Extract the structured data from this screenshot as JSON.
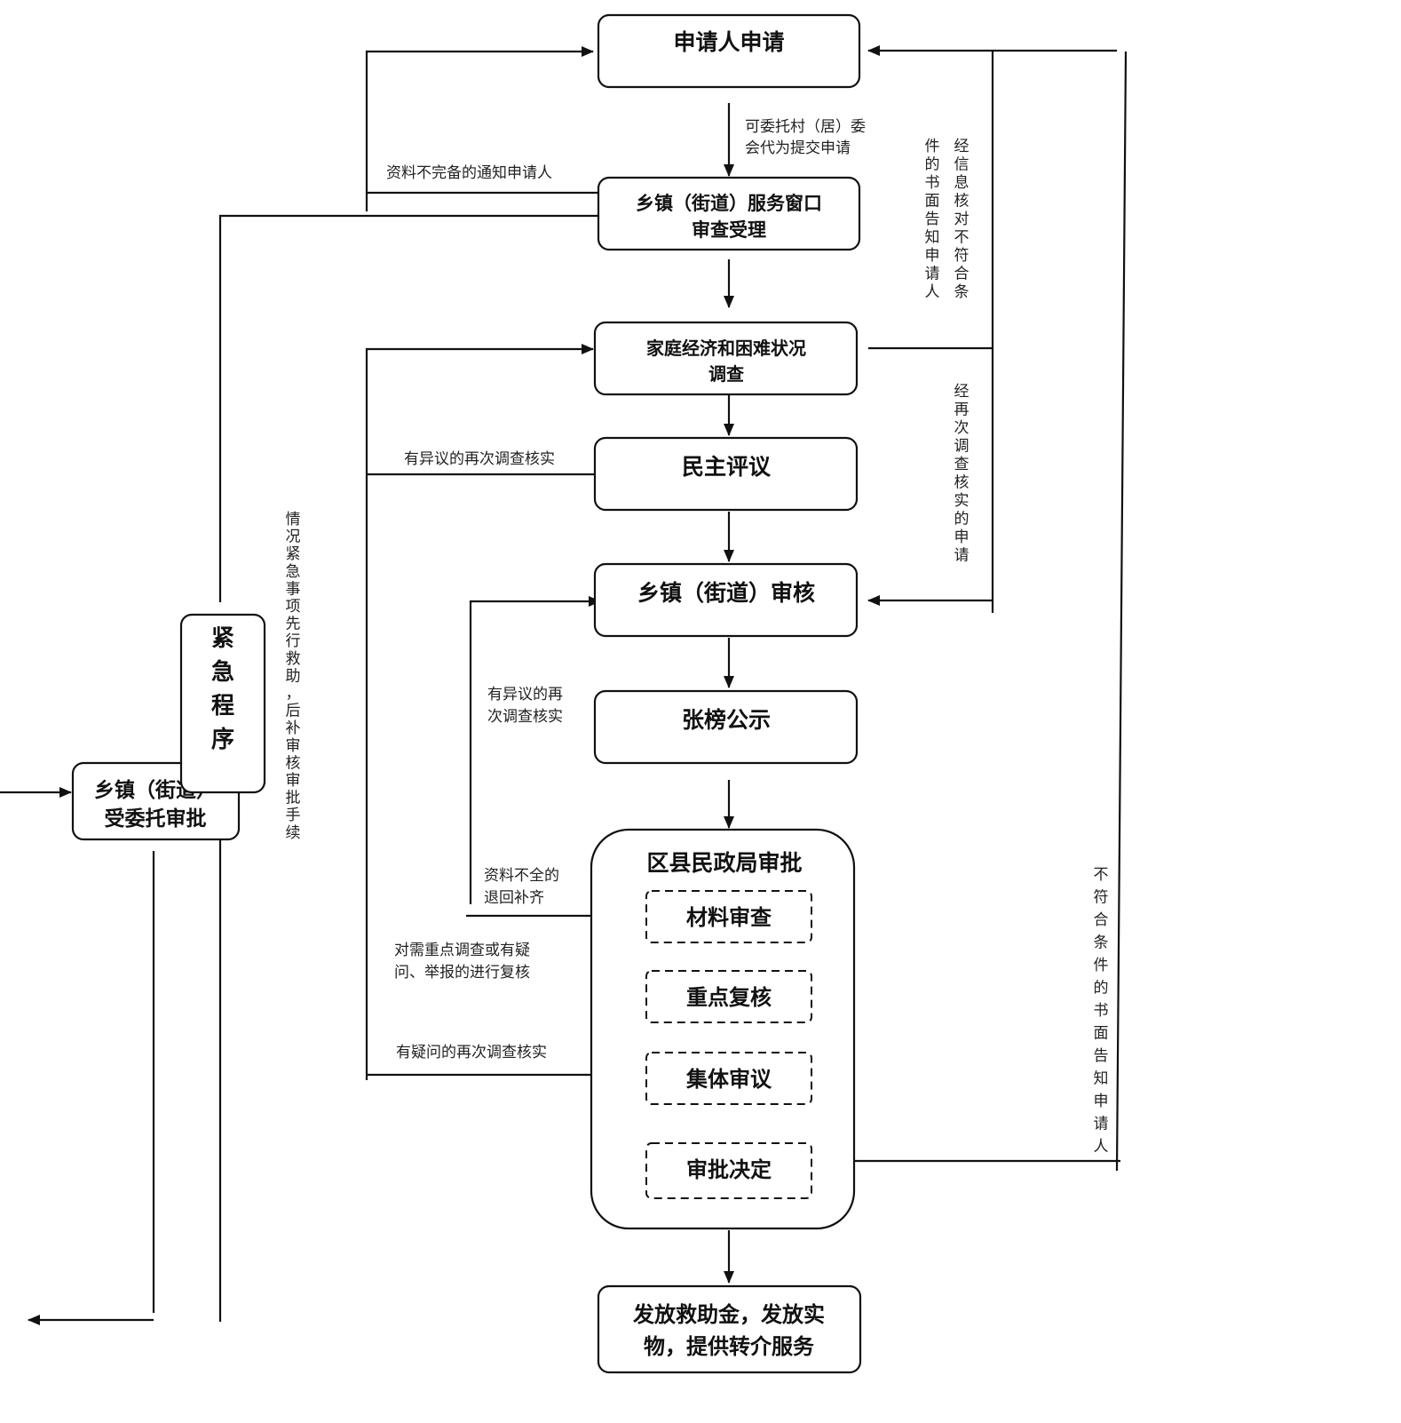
{
  "nodes": {
    "apply": "申请人申请",
    "window_line1": "乡镇（街道）服务窗口",
    "window_line2": "审查受理",
    "survey_line1": "家庭经济和困难状况",
    "survey_line2": "调查",
    "review": "民主评议",
    "township_audit": "乡镇（街道）审核",
    "publicity": "张榜公示",
    "district_approval": "区县民政局审批",
    "material_check": "材料审查",
    "key_recheck": "重点复核",
    "collective_review": "集体审议",
    "approval_decision": "审批决定",
    "payout_line1": "发放救助金，发放实",
    "payout_line2": "物，提供转介服务",
    "emergency_chars": [
      "紧",
      "急",
      "程",
      "序"
    ],
    "entrusted_line1": "乡镇（街道）",
    "entrusted_line2": "受委托审批"
  },
  "notes": {
    "delegate_line1": "可委托村（居）委",
    "delegate_line2": "会代为提交申请",
    "incomplete_notify": "资料不完备的通知申请人",
    "info_check_col1": "经信息核对不符合条",
    "info_check_col2": "件的书面告知申请人",
    "dispute_resurvey": "有异议的再次调查核实",
    "after_resurvey": "经再次调查核实的申请",
    "emergency_note": "情况紧急事项先行救助，后补审核审批手续",
    "publicity_dispute_line1": "有异议的再",
    "publicity_dispute_line2": "次调查核实",
    "incomplete_return_line1": "资料不全的",
    "incomplete_return_line2": "退回补齐",
    "key_recheck_line1": "对需重点调查或有疑",
    "key_recheck_line2": "问、举报的进行复核",
    "doubt_resurvey": "有疑问的再次调查核实",
    "not_eligible": "不符合条件的书面告知申请人"
  },
  "colors": {
    "stroke": "#111111",
    "background": "#ffffff"
  }
}
